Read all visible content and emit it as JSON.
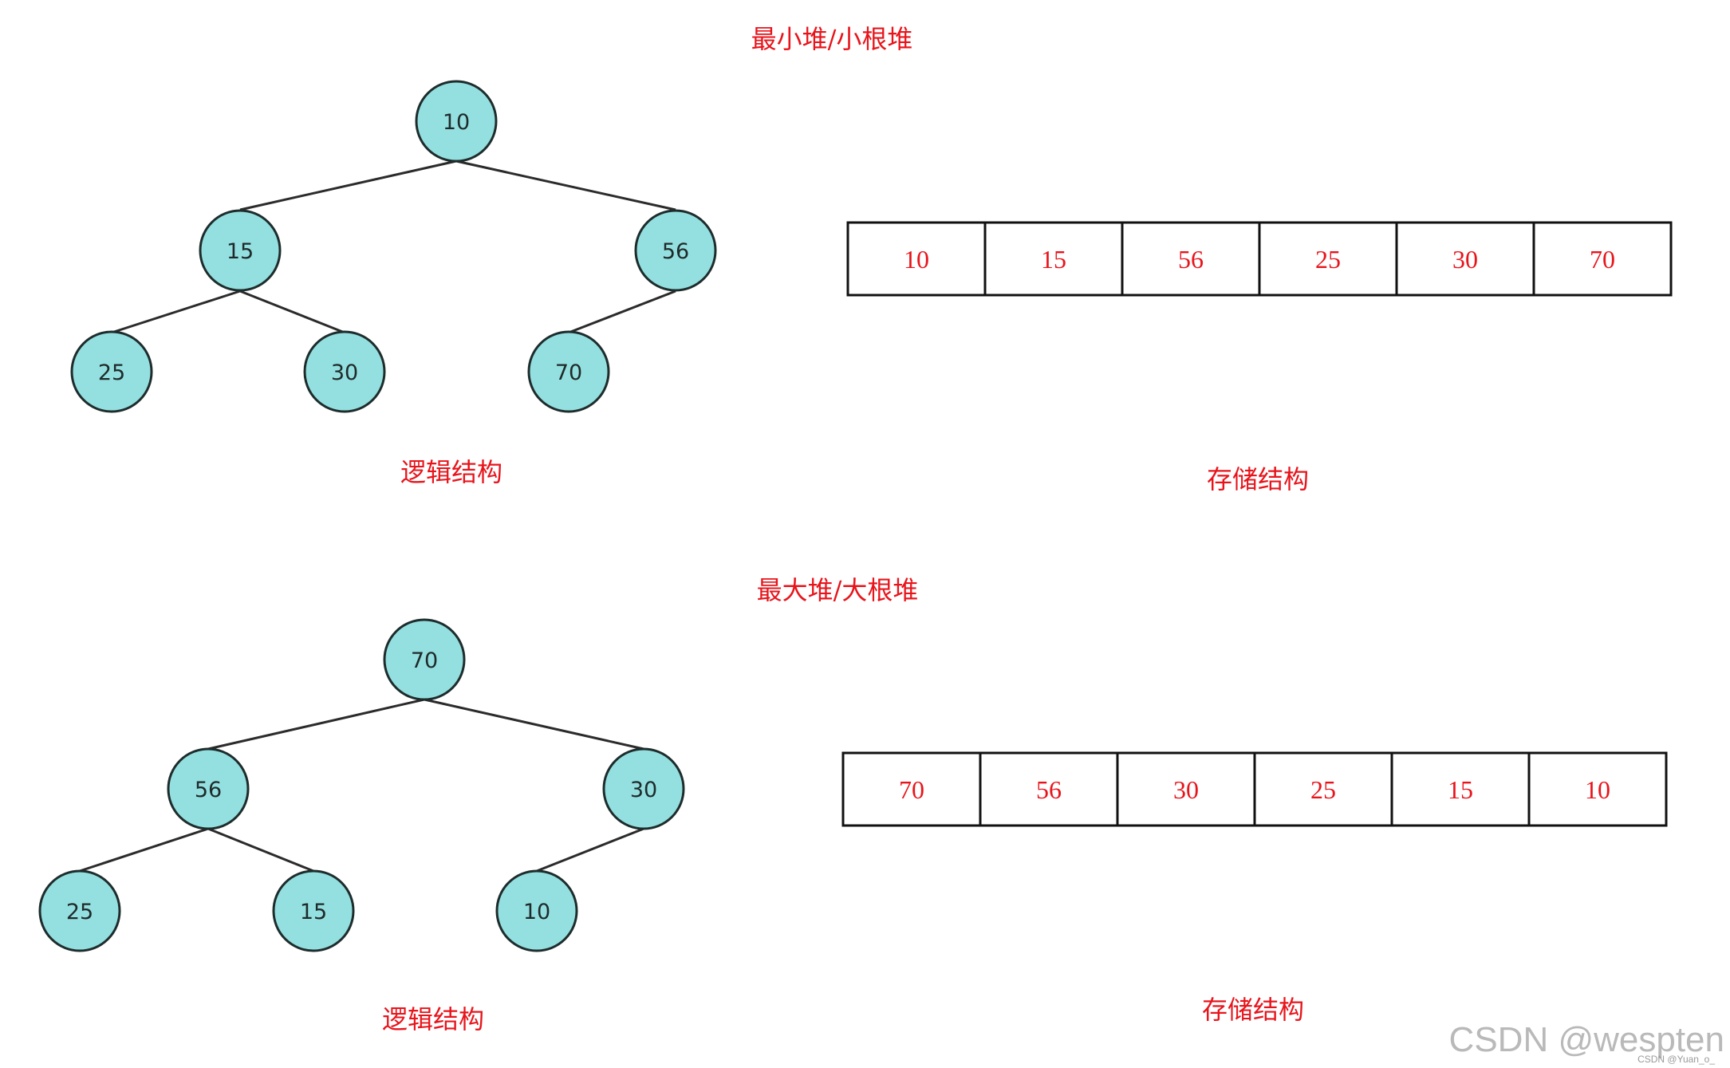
{
  "colors": {
    "node_fill": "#94e0e0",
    "node_stroke": "#1e2c2c",
    "edge": "#2b2b2b",
    "label_red": "#e8141b",
    "cell_border": "#111111"
  },
  "sections": [
    {
      "title": "最小堆/小根堆",
      "logic_label": "逻辑结构",
      "storage_label": "存储结构",
      "tree_nodes": [
        {
          "value": "10"
        },
        {
          "value": "15"
        },
        {
          "value": "56"
        },
        {
          "value": "25"
        },
        {
          "value": "30"
        },
        {
          "value": "70"
        }
      ],
      "array_cells": [
        "10",
        "15",
        "56",
        "25",
        "30",
        "70"
      ]
    },
    {
      "title": "最大堆/大根堆",
      "logic_label": "逻辑结构",
      "storage_label": "存储结构",
      "tree_nodes": [
        {
          "value": "70"
        },
        {
          "value": "56"
        },
        {
          "value": "30"
        },
        {
          "value": "25"
        },
        {
          "value": "15"
        },
        {
          "value": "10"
        }
      ],
      "array_cells": [
        "70",
        "56",
        "30",
        "25",
        "15",
        "10"
      ]
    }
  ],
  "watermark": {
    "main": "CSDN @wespten",
    "small": "CSDN @Yuan_o_"
  }
}
